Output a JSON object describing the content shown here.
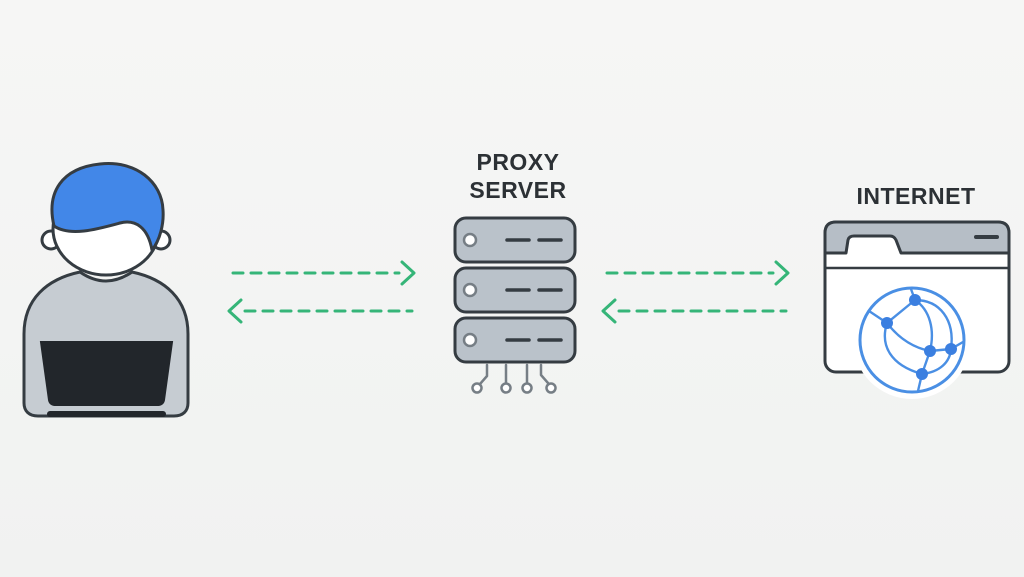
{
  "diagram": {
    "type": "network-flow-diagram",
    "subject": "proxy server between a user and the internet",
    "labels": {
      "proxy_line1": "PROXY",
      "proxy_line2": "SERVER",
      "internet": "INTERNET"
    },
    "nodes": [
      {
        "id": "user",
        "label": "",
        "icon": "person-at-laptop-icon",
        "position": "left"
      },
      {
        "id": "proxy-server",
        "label": "PROXY SERVER",
        "icon": "server-stack-icon",
        "position": "center"
      },
      {
        "id": "internet",
        "label": "INTERNET",
        "icon": "browser-globe-icon",
        "position": "right"
      }
    ],
    "flows": [
      {
        "from": "user",
        "to": "proxy-server",
        "style": "dashed",
        "direction": "right"
      },
      {
        "from": "proxy-server",
        "to": "user",
        "style": "dashed",
        "direction": "left"
      },
      {
        "from": "proxy-server",
        "to": "internet",
        "style": "dashed",
        "direction": "right"
      },
      {
        "from": "internet",
        "to": "proxy-server",
        "style": "dashed",
        "direction": "left"
      }
    ]
  },
  "colors": {
    "background": "#f4f4f3",
    "outline": "#353c42",
    "label_text": "#2c3135",
    "arrow_green": "#35b578",
    "server_fill": "#bac2ca",
    "server_slot_fill": "#ffffff",
    "pin_gray": "#767e85",
    "header_gray": "#b6bec6",
    "body_gray": "#c6ccd2",
    "skin_white": "#ffffff",
    "hair_blue": "#4287e8",
    "laptop_dark": "#22262b",
    "globe_blue": "#4a8fe4",
    "globe_node_blue": "#3b7fe0"
  }
}
